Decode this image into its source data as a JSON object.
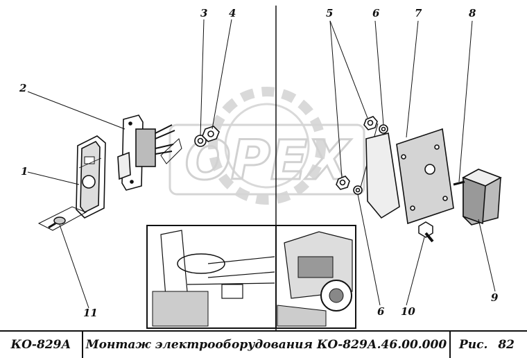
{
  "callouts": [
    "1",
    "2",
    "3",
    "4",
    "5",
    "6",
    "7",
    "8",
    "9",
    "10",
    "11",
    "6"
  ],
  "watermark": "OPEX",
  "footer": {
    "model": "КО-829А",
    "title": "Монтаж электрооборудования КО-829А.46.00.000",
    "fig_label": "Рис.",
    "fig_number": "82"
  }
}
